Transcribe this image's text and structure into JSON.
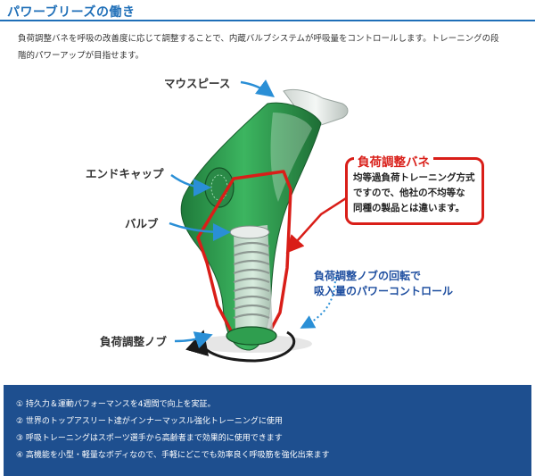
{
  "header": {
    "title": "パワーブリーズの働き"
  },
  "intro": {
    "line1": "負荷調整バネを呼吸の改善度に応じて調整することで、内蔵バルブシステムが呼吸量をコントロールします。トレーニングの段",
    "line2": "階的パワーアップが目指せます。"
  },
  "figure": {
    "labels": {
      "mouthpiece": "マウスピース",
      "end_cap": "エンドキャップ",
      "valve": "バルブ",
      "load_knob": "負荷調整ノブ"
    },
    "callout": {
      "title": "負荷調整バネ",
      "line1": "均等過負荷トレーニング方式",
      "line2": "ですので、他社の不均等な",
      "line3": "同種の製品とは違います。"
    },
    "knob_note": {
      "line1": "負荷調整ノブの回転で",
      "line2": "吸入量のパワーコントロール"
    },
    "colors": {
      "device_green": "#2f9e4f",
      "label_arrow": "#2a8fd6",
      "callout_red": "#d91e18",
      "note_blue": "#1f4fa0"
    }
  },
  "features": [
    "① 持久力＆運動パフォーマンスを4週間で向上を実証。",
    "② 世界のトップアスリート達がインナーマッスル強化トレーニングに使用",
    "③ 呼吸トレーニングはスポーツ選手から高齢者まで効果的に使用できます",
    "④ 高機能を小型・軽量なボディなので、手軽にどこでも効率良く呼吸筋を強化出来ます"
  ],
  "theme": {
    "title_blue": "#1f6fb8",
    "panel_blue": "#1e4f8f"
  }
}
